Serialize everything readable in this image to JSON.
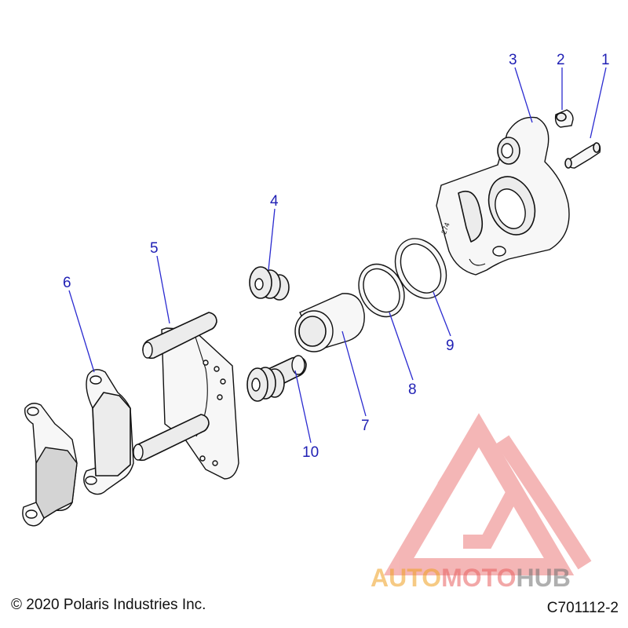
{
  "callouts": [
    {
      "id": "1",
      "label": "1"
    },
    {
      "id": "2",
      "label": "2"
    },
    {
      "id": "3",
      "label": "3"
    },
    {
      "id": "4",
      "label": "4"
    },
    {
      "id": "5",
      "label": "5"
    },
    {
      "id": "6",
      "label": "6"
    },
    {
      "id": "7",
      "label": "7"
    },
    {
      "id": "8",
      "label": "8"
    },
    {
      "id": "9",
      "label": "9"
    },
    {
      "id": "10",
      "label": "10"
    }
  ],
  "copyright": "© 2020 Polaris Industries Inc.",
  "drawing_id": "C701112-2",
  "watermark": {
    "part1": "AUTO",
    "part2": "MOTO",
    "part3": "HUB",
    "colors": {
      "orange": "#f0a020",
      "red": "#e86060",
      "gray": "#6f6f6f"
    }
  },
  "caliper_stamp": "274"
}
